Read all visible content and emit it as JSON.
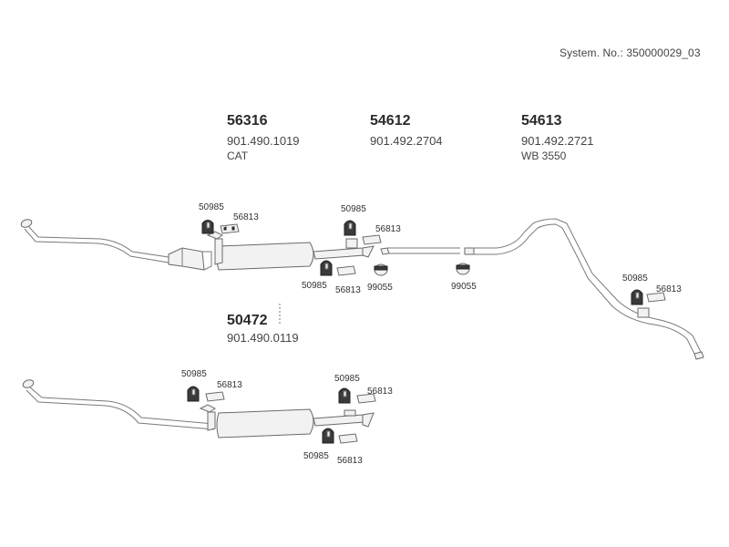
{
  "system_number": "System. No.: 350000029_03",
  "assemblies": [
    {
      "part_no": "56316",
      "oe_no": "901.490.1019",
      "note": "CAT"
    },
    {
      "part_no": "54612",
      "oe_no": "901.492.2704",
      "note": ""
    },
    {
      "part_no": "54613",
      "oe_no": "901.492.2721",
      "note": "WB 3550"
    },
    {
      "part_no": "50472",
      "oe_no": "901.490.0119",
      "note": ""
    }
  ],
  "hardware": {
    "rubber_mount": "50985",
    "mount_plate": "56813",
    "clamp": "99055"
  }
}
